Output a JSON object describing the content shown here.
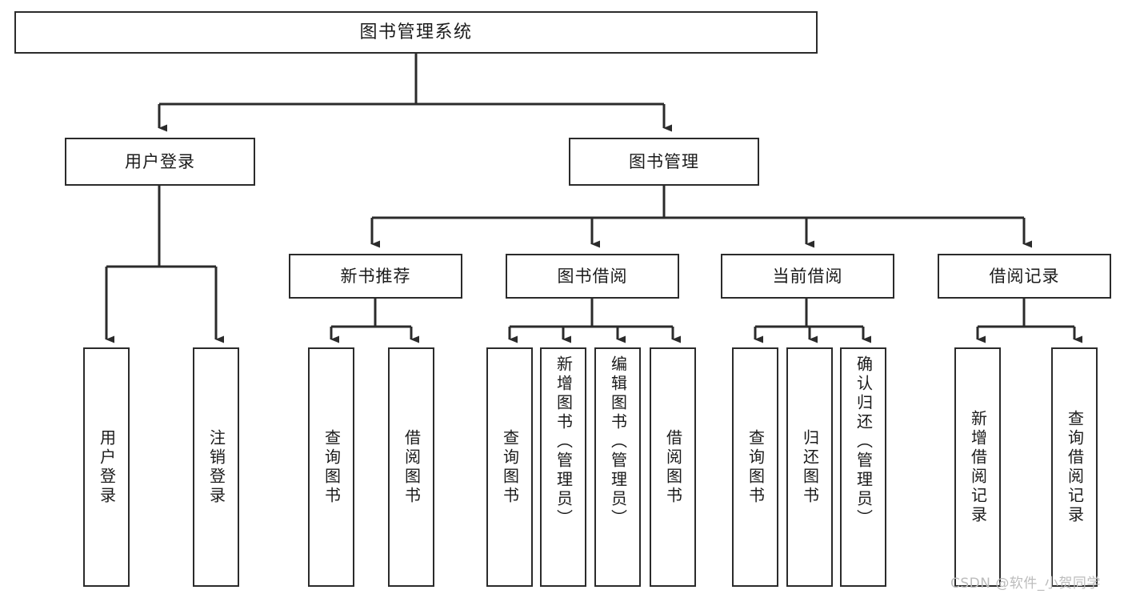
{
  "diagram": {
    "title": "图书管理系统",
    "type": "tree-hierarchy",
    "colors": {
      "box_border": "#2b2b2b",
      "box_fill": "#ffffff",
      "edge": "#2b2b2b",
      "text": "#1b1b1b",
      "watermark": "#bcbcbc",
      "background": "#ffffff"
    },
    "root": {
      "label": "图书管理系统"
    },
    "level2": [
      {
        "label": "用户登录"
      },
      {
        "label": "图书管理"
      }
    ],
    "level3": [
      {
        "label": "新书推荐"
      },
      {
        "label": "图书借阅"
      },
      {
        "label": "当前借阅"
      },
      {
        "label": "借阅记录"
      }
    ],
    "leaves": {
      "user_login": [
        {
          "label": "用户登录"
        },
        {
          "label": "注销登录"
        }
      ],
      "new_book_recommend": [
        {
          "label": "查询图书"
        },
        {
          "label": "借阅图书"
        }
      ],
      "book_borrow": [
        {
          "label": "查询图书"
        },
        {
          "label": "新增图书（管理员）"
        },
        {
          "label": "编辑图书（管理员）"
        },
        {
          "label": "借阅图书"
        }
      ],
      "current_borrow": [
        {
          "label": "查询图书"
        },
        {
          "label": "归还图书"
        },
        {
          "label": "确认归还（管理员）"
        }
      ],
      "borrow_record": [
        {
          "label": "新增借阅记录"
        },
        {
          "label": "查询借阅记录"
        }
      ]
    }
  },
  "watermark": {
    "text": "CSDN @软件_小贺同学"
  }
}
